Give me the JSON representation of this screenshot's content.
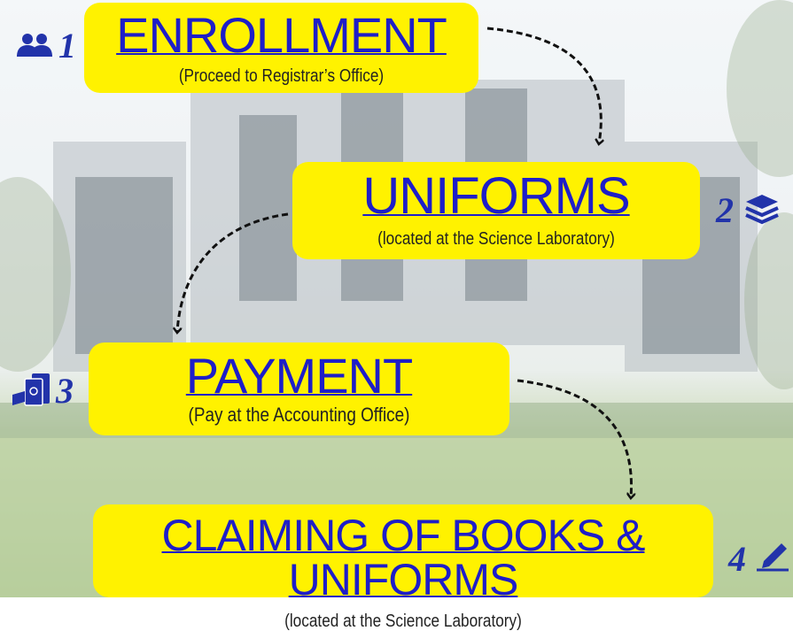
{
  "steps": [
    {
      "number": "1",
      "title": "ENROLLMENT",
      "subtitle": "(Proceed to Registrar’s Office)",
      "icon": "users-icon"
    },
    {
      "number": "2",
      "title": "UNIFORMS",
      "subtitle": "(located at the Science Laboratory)",
      "icon": "layers-icon"
    },
    {
      "number": "3",
      "title": "PAYMENT",
      "subtitle": "(Pay at the Accounting Office)",
      "icon": "cash-icon"
    },
    {
      "number": "4",
      "title": "CLAIMING OF BOOKS & UNIFORMS",
      "subtitle": "(located at the Science Laboratory)",
      "icon": "signature-icon"
    }
  ],
  "colors": {
    "box": "#fff200",
    "title": "#1e1ec8",
    "number": "#2233aa"
  }
}
